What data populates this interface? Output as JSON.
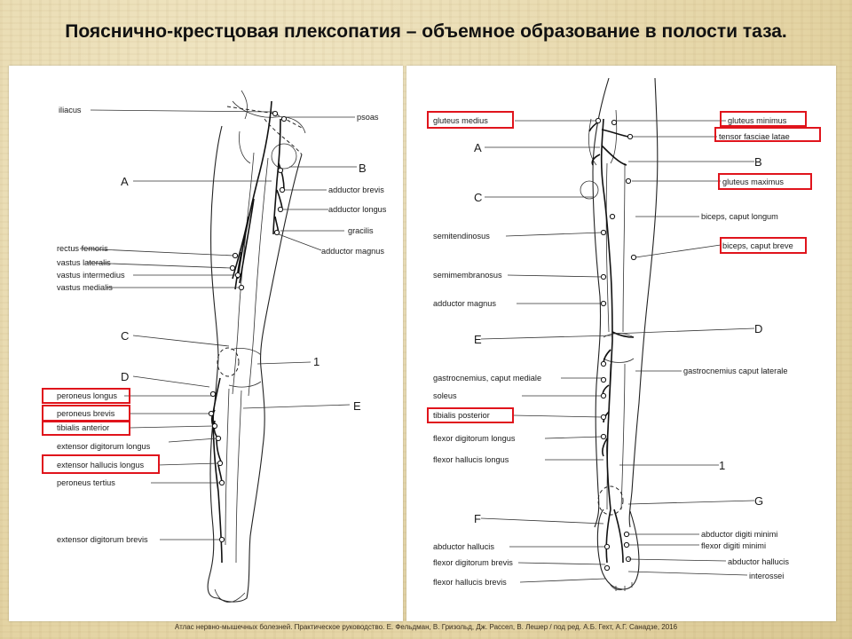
{
  "title": "Пояснично-крестцовая плексопатия – объемное образование в полости таза.",
  "source": "Атлас нервно-мышечных болезней. Практическое руководство. Е. Фельдман, В. Гризольд, Дж. Рассел, В. Лешер / под ред. А.Б. Гехт, А.Г. Санадзе, 2016",
  "colors": {
    "highlight": "#e0141c",
    "background": "#e9dcb3"
  },
  "left_figure": {
    "letters": {
      "A": "A",
      "B": "B",
      "C": "C",
      "D": "D",
      "E": "E",
      "one": "1"
    },
    "labels": {
      "iliacus": "iliacus",
      "psoas": "psoas",
      "adductor_brevis": "adductor brevis",
      "adductor_longus": "adductor longus",
      "gracilis": "gracilis",
      "adductor_magnus": "adductor magnus",
      "rectus_femoris": "rectus femoris",
      "vastus_lateralis": "vastus lateralis",
      "vastus_intermedius": "vastus intermedius",
      "vastus_medialis": "vastus medialis",
      "peroneus_longus": "peroneus longus",
      "peroneus_brevis": "peroneus brevis",
      "tibialis_anterior": "tibialis anterior",
      "extensor_digitorum_longus": "extensor digitorum longus",
      "extensor_hallucis_longus": "extensor hallucis longus",
      "peroneus_tertius": "peroneus tertius",
      "extensor_digitorum_brevis": "extensor digitorum brevis"
    }
  },
  "right_figure": {
    "letters": {
      "A": "A",
      "B": "B",
      "C": "C",
      "D": "D",
      "E": "E",
      "F": "F",
      "G": "G",
      "one": "1"
    },
    "labels": {
      "gluteus_medius": "gluteus medius",
      "gluteus_minimus": "gluteus minimus",
      "tensor_fasciae_latae": "tensor fasciae latae",
      "gluteus_maximus": "gluteus maximus",
      "semitendinosus": "semitendinosus",
      "biceps_caput_longum": "biceps, caput longum",
      "biceps_caput_breve": "biceps, caput breve",
      "semimembranosus": "semimembranosus",
      "adductor_magnus": "adductor magnus",
      "gastrocnemius_mediale": "gastrocnemius, caput mediale",
      "gastrocnemius_laterale": "gastrocnemius caput laterale",
      "soleus": "soleus",
      "tibialis_posterior": "tibialis posterior",
      "flexor_digitorum_longus": "flexor digitorum longus",
      "flexor_hallucis_longus": "flexor hallucis longus",
      "abductor_digiti_minimi": "abductor digiti minimi",
      "flexor_digiti_minimi": "flexor digiti minimi",
      "abductor_hallucis_r": "abductor hallucis",
      "interossei": "interossei",
      "abductor_hallucis_l": "abductor hallucis",
      "flexor_digitorum_brevis": "flexor digitorum brevis",
      "flexor_hallucis_brevis": "flexor hallucis brevis"
    }
  }
}
